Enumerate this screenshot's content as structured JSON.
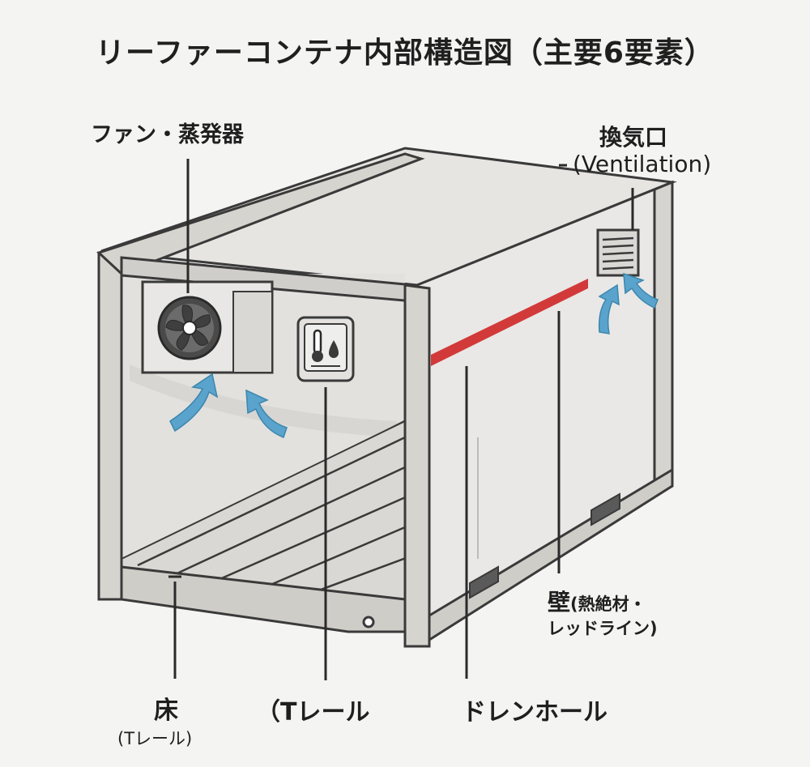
{
  "title": "リーファーコンテナ内部構造図（主要6要素）",
  "labels": {
    "fan": "ファン・蒸発器",
    "vent": "換気口",
    "vent_en": "(Ventilation)",
    "wall_main": "壁",
    "wall_sub1": "(熱絶材・",
    "wall_sub2": "レッドライン)",
    "floor": "床",
    "floor_sub": "(Tレール)",
    "t_rail": "（Tレール",
    "drain": "ドレンホール"
  },
  "colors": {
    "background": "#f4f4f3",
    "frame": "#d6d4cf",
    "outline": "#3a3a3a",
    "airflow": "#5aa3cc",
    "red_line": "#d23a3a",
    "panel": "#e8e7e5"
  },
  "icons": [
    "fan-icon",
    "thermometer-icon",
    "water-drop-icon",
    "vent-grille-icon",
    "airflow-arrow-icon"
  ]
}
